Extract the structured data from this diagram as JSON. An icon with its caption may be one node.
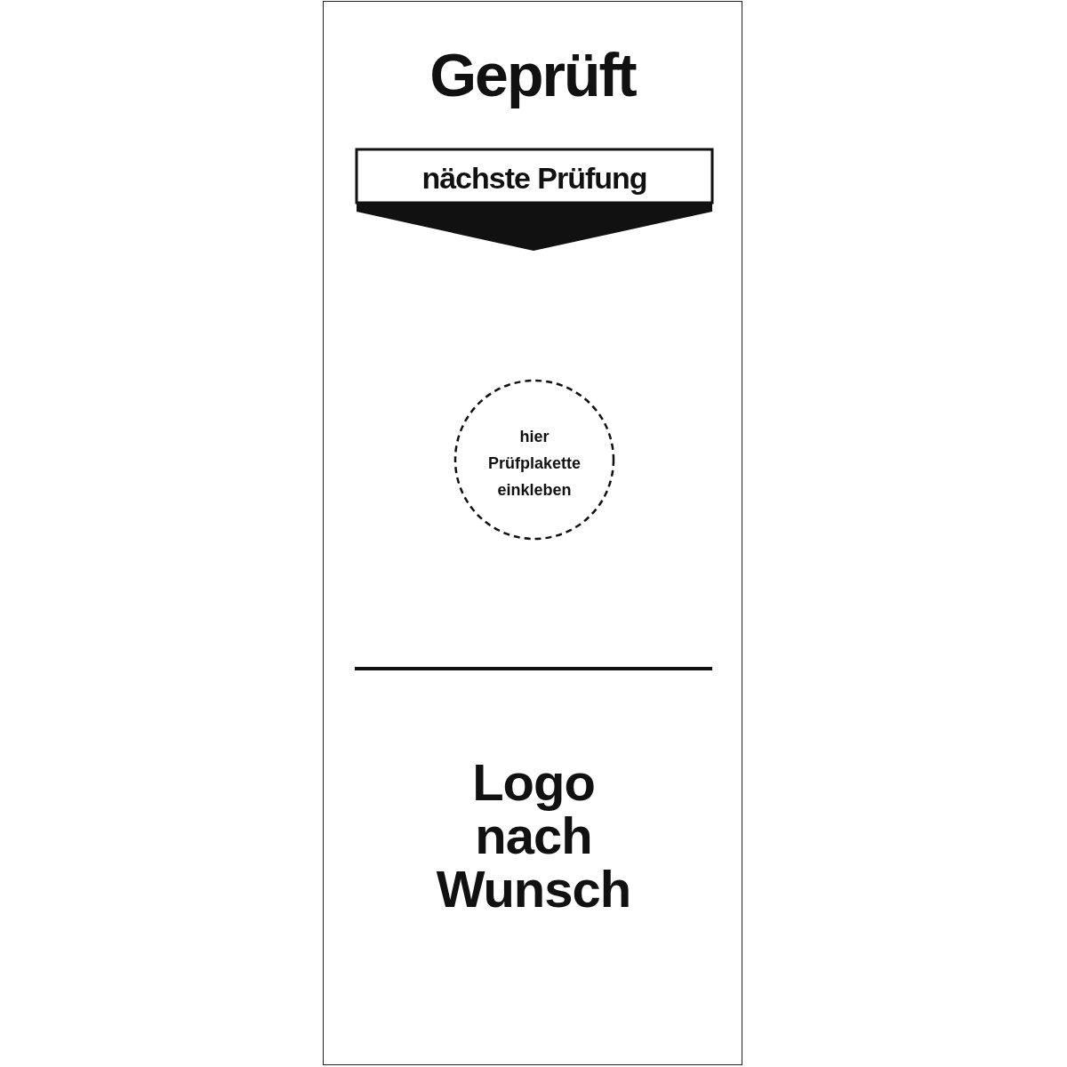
{
  "diagram": {
    "nodes": [
      {
        "text": [
          "Geprüft",
          "Logo nach Wunsch"
        ]
      },
      {
        "text": [
          "nächste Prüfung"
        ],
        "in": 0
      },
      {
        "text": [
          "hier Prüfplakette einkleben"
        ],
        "in": 0
      }
    ]
  }
}
